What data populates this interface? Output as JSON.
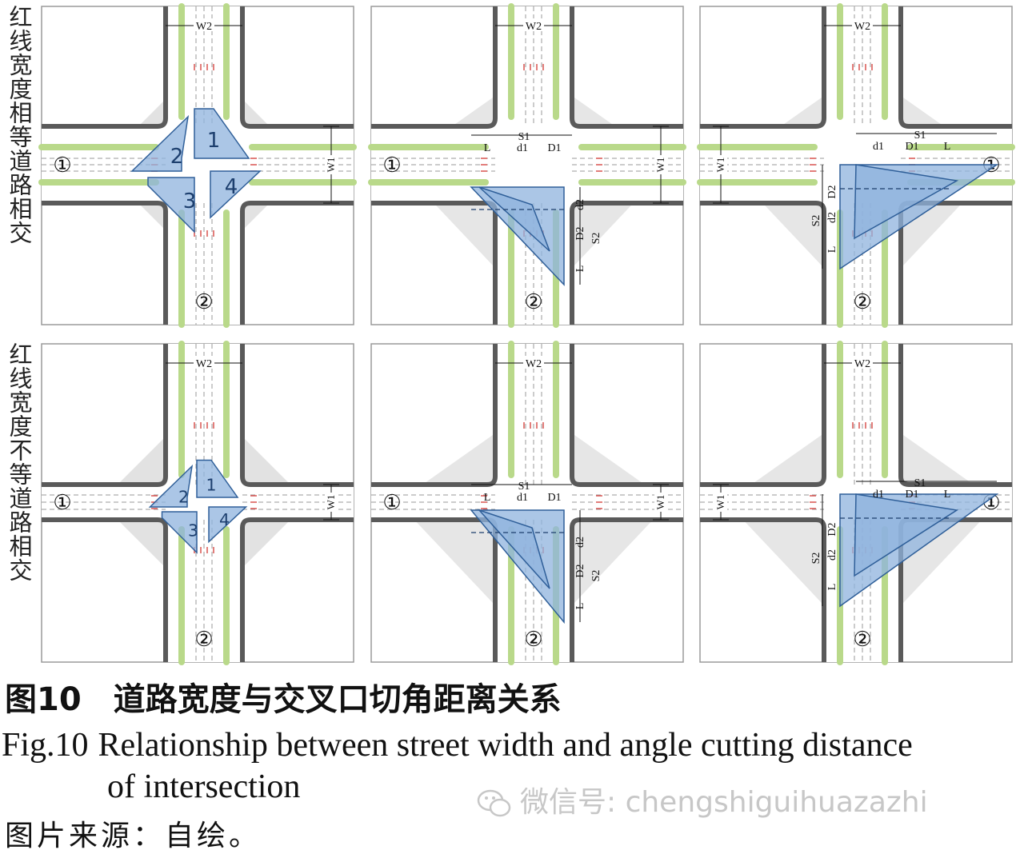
{
  "row_labels": {
    "equal_width": "红线宽度相等道路相交",
    "unequal_width": "红线宽度不等道路相交"
  },
  "road_labels": {
    "road1": "①",
    "road2": "②",
    "w1": "W1",
    "w2": "W2"
  },
  "corner_numbers": [
    "1",
    "2",
    "3",
    "4"
  ],
  "dimension_labels": {
    "s1": "S1",
    "s2": "S2",
    "d1_small": "d1",
    "d1_large": "D1",
    "d2_small": "d2",
    "d2_large": "D2",
    "l": "L"
  },
  "caption": {
    "cn_number": "图10",
    "cn_title": "道路宽度与交叉口切角距离关系",
    "en_number": "Fig.10",
    "en_title_line1": "Relationship between street width and angle cutting distance",
    "en_title_line2": "of intersection",
    "source": "图片来源：自绘。"
  },
  "watermark": "微信号: chengshiguihuazazhi",
  "colors": {
    "road_edge": "#5a5a5a",
    "median_green": "#b9d98a",
    "triangle_fill": "#8fb3de",
    "triangle_stroke": "#2f5f99",
    "diamond_gray": "#dcdcdc",
    "crosswalk": "#d9534f"
  }
}
